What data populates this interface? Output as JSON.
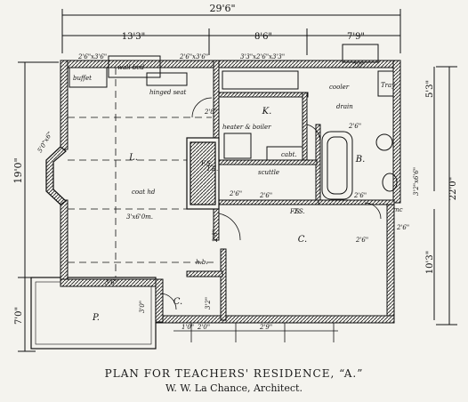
{
  "caption": {
    "title": "PLAN FOR TEACHERS' RESIDENCE, “A.”",
    "architect": "W. W. La Chance, Architect."
  },
  "dimensions": {
    "overall_width": "29'6\"",
    "left_width": "13'3\"",
    "mid_width": "8'6\"",
    "right_width": "7'9\"",
    "left_height": "19'0\"",
    "porch_height": "7'0\"",
    "right_total": "22'0\"",
    "right_upper": "5'3\"",
    "right_lower": "10'3\"",
    "bay_dim": "5'0\"x6\"",
    "porch_width": "3'6\"",
    "porch_depth": "3'0\"",
    "side_dim": "3'2\"",
    "closet_dim": "2'8\"",
    "dining_mid": "2'6\"",
    "pantry_w": "2'0\"",
    "bath_w": "2'6\"",
    "bath_low": "2'6\"",
    "right_small": "2'6\"",
    "rear_a": "1'0\"",
    "rear_b": "2'0\"",
    "rear_c": "2'9\"",
    "window_a": "2'6\"x3'6\"",
    "window_b": "2'6\"x3'6\"",
    "window_c": "3'3\"x2'6\"x3'3\"",
    "window_d": "2'8\"",
    "window_e": "2'6\"",
    "bath_dims": "3'2\"x6'6\"",
    "bed_win": "3'x6'0m.",
    "living_win": "2'6\"",
    "door_ts": "T.S.",
    "door_fs": "F.S."
  },
  "rooms": {
    "living": "L.",
    "kitchen": "K.",
    "bed": "B.",
    "chamber": "C.",
    "porch": "P.",
    "closet_small": "C."
  },
  "labels": {
    "buffet": "buffet",
    "wall_bed": "wall bed",
    "hinged_seat": "hinged seat",
    "heater_boiler": "heater & boiler",
    "cabinet": "cabt.",
    "cooler": "cooler",
    "drain": "drain",
    "tray": "Tray",
    "scuttle": "scuttle",
    "coat_hd": "coat hd",
    "hb": "h.b.",
    "me": "mc",
    "te": "T.E.",
    "fs": "F.S."
  }
}
